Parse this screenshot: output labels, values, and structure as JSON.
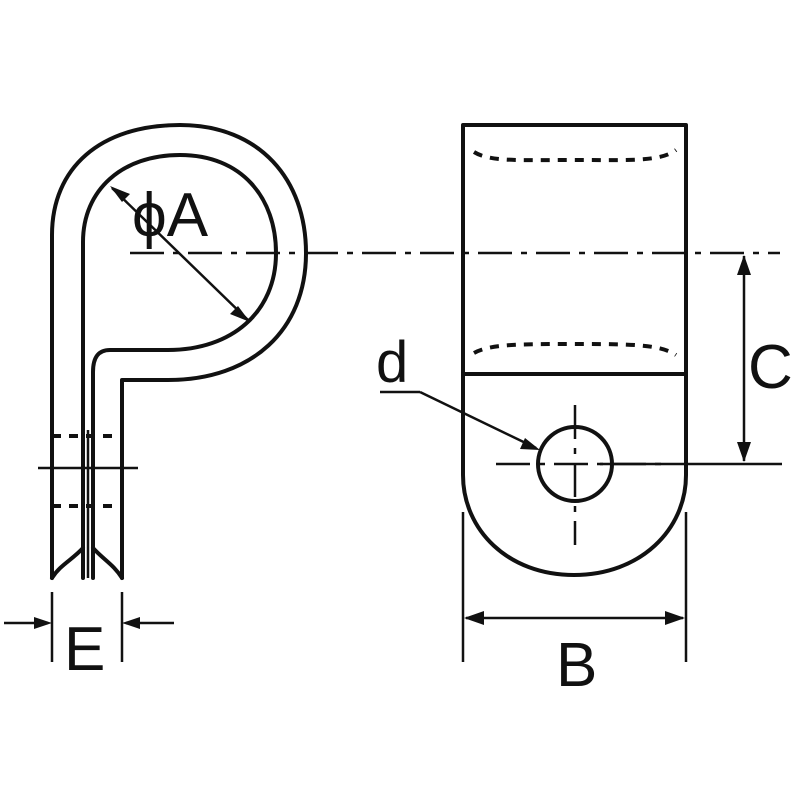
{
  "labels": {
    "diameter": "ϕA",
    "width": "B",
    "offset": "C",
    "hole": "d",
    "thickness": "E"
  }
}
